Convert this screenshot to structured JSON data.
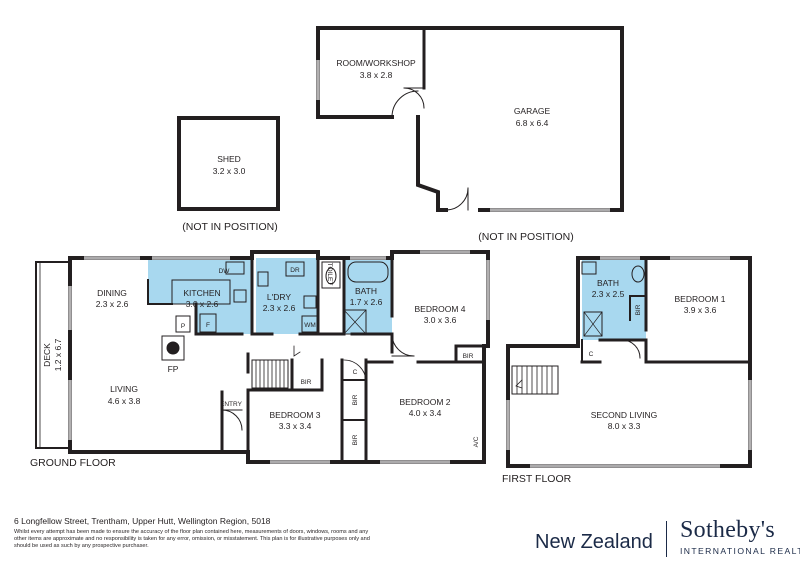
{
  "rooms": {
    "workshop": {
      "name": "ROOM/WORKSHOP",
      "size": "3.8 x 2.8"
    },
    "garage": {
      "name": "GARAGE",
      "size": "6.8 x 6.4"
    },
    "shed": {
      "name": "SHED",
      "size": "3.2 x 3.0"
    },
    "dining": {
      "name": "DINING",
      "size": "2.3 x 2.6"
    },
    "kitchen": {
      "name": "KITCHEN",
      "size": "3.6 x 2.6"
    },
    "laundry": {
      "name": "L'DRY",
      "size": "2.3 x 2.6"
    },
    "bath_ground": {
      "name": "BATH",
      "size": "1.7 x 2.6"
    },
    "bedroom4": {
      "name": "BEDROOM 4",
      "size": "3.0 x 3.6"
    },
    "living": {
      "name": "LIVING",
      "size": "4.6 x 3.8"
    },
    "deck": {
      "name": "DECK",
      "size": "1.2 x 6.7"
    },
    "bedroom3": {
      "name": "BEDROOM 3",
      "size": "3.3 x 3.4"
    },
    "bedroom2": {
      "name": "BEDROOM 2",
      "size": "4.0 x 3.4"
    },
    "bath_first": {
      "name": "BATH",
      "size": "2.3 x 2.5"
    },
    "bedroom1": {
      "name": "BEDROOM 1",
      "size": "3.9 x 3.6"
    },
    "second_living": {
      "name": "SECOND LIVING",
      "size": "8.0 x 3.3"
    }
  },
  "notes": {
    "shed_position": "(NOT IN POSITION)",
    "garage_position": "(NOT IN POSITION)",
    "ground_floor": "GROUND FLOOR",
    "first_floor": "FIRST FLOOR",
    "entry": "ENTRY",
    "fp": "FP"
  },
  "fixtures": {
    "dw": "DW",
    "p": "P",
    "f": "F",
    "dr": "DR",
    "wm": "WM",
    "toilet": "TOILET",
    "bir": "BIR",
    "c": "C",
    "ac": "A/C"
  },
  "footer": {
    "address": "6 Longfellow Street, Trentham, Upper Hutt, Wellington Region, 5018",
    "disclaimer": "Whilst every attempt has been made to ensure the accuracy of the floor plan contained here, measurements of doors, windows, rooms and any other items are approximate and no responsibility is taken for any error, omission, or misstatement. This plan is for illustrative purposes only and should be used as such by any prospective purchaser."
  },
  "brand": {
    "region": "New Zealand",
    "name": "Sotheby's",
    "tagline": "INTERNATIONAL REALTY"
  },
  "colors": {
    "wet_area": "#a8d8ef",
    "wall": "#231f20",
    "brand": "#1b2a47"
  }
}
